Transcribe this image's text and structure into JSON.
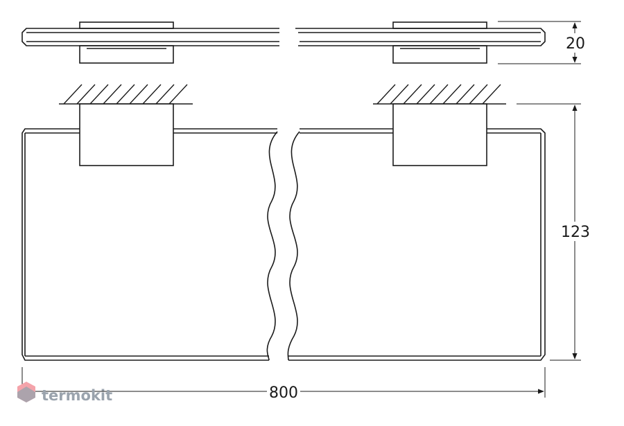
{
  "dimensions": {
    "height_top_view": "20",
    "height_front_view": "123",
    "overall_length": "800"
  },
  "watermark": {
    "text": "termokit",
    "color": "#9aa3ad",
    "logo_color": "#e8707a"
  },
  "colors": {
    "line": "#1a1a1a",
    "background": "#ffffff"
  }
}
